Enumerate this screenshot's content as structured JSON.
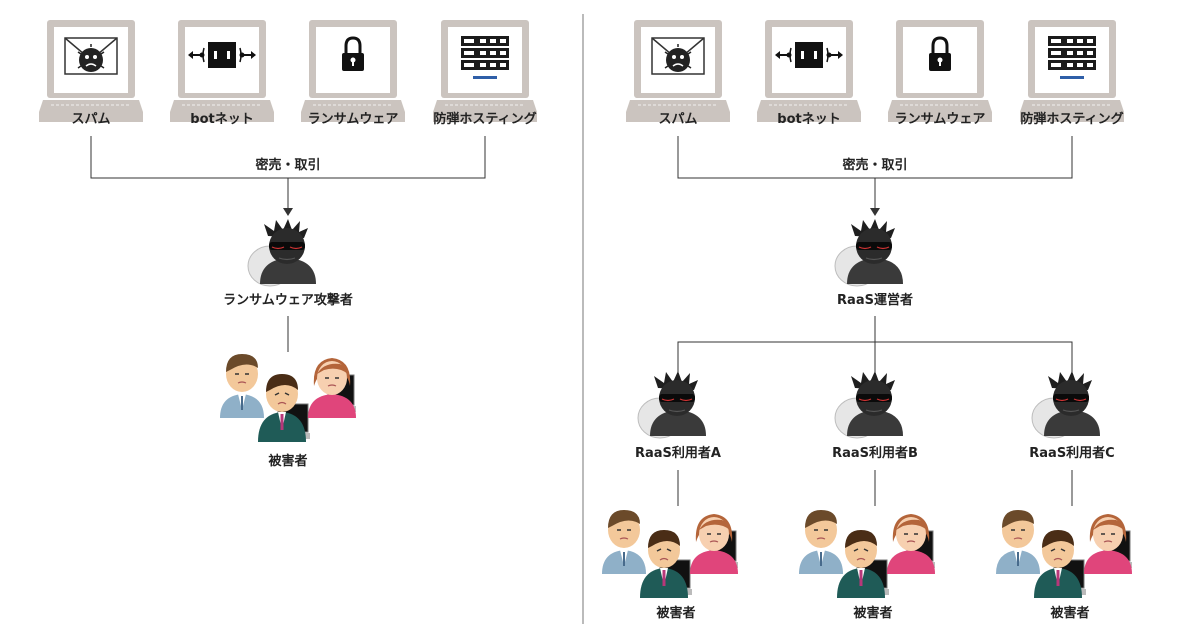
{
  "left_panel": {
    "services": [
      {
        "label": "スパム",
        "icon": "spam-mail-icon"
      },
      {
        "label": "botネット",
        "icon": "botnet-icon"
      },
      {
        "label": "ランサムウェア",
        "icon": "lock-icon"
      },
      {
        "label": "防弾ホスティング",
        "icon": "server-icon"
      }
    ],
    "trade_label": "密売・取引",
    "attacker_label": "ランサムウェア攻撃者",
    "victims_label": "被害者"
  },
  "right_panel": {
    "services": [
      {
        "label": "スパム",
        "icon": "spam-mail-icon"
      },
      {
        "label": "botネット",
        "icon": "botnet-icon"
      },
      {
        "label": "ランサムウェア",
        "icon": "lock-icon"
      },
      {
        "label": "防弾ホスティング",
        "icon": "server-icon"
      }
    ],
    "trade_label": "密売・取引",
    "operator_label": "RaaS運営者",
    "users": [
      {
        "label": "RaaS利用者A",
        "victims_label": "被害者"
      },
      {
        "label": "RaaS利用者B",
        "victims_label": "被害者"
      },
      {
        "label": "RaaS利用者C",
        "victims_label": "被害者"
      }
    ]
  },
  "colors": {
    "laptop": "#cbc4bf",
    "laptop_screen": "#ffffff",
    "hacker_body": "#3a3a3a",
    "hacker_shadow": "#d8d8d8",
    "line": "#333333",
    "server_accent": "#2f5fa8"
  }
}
